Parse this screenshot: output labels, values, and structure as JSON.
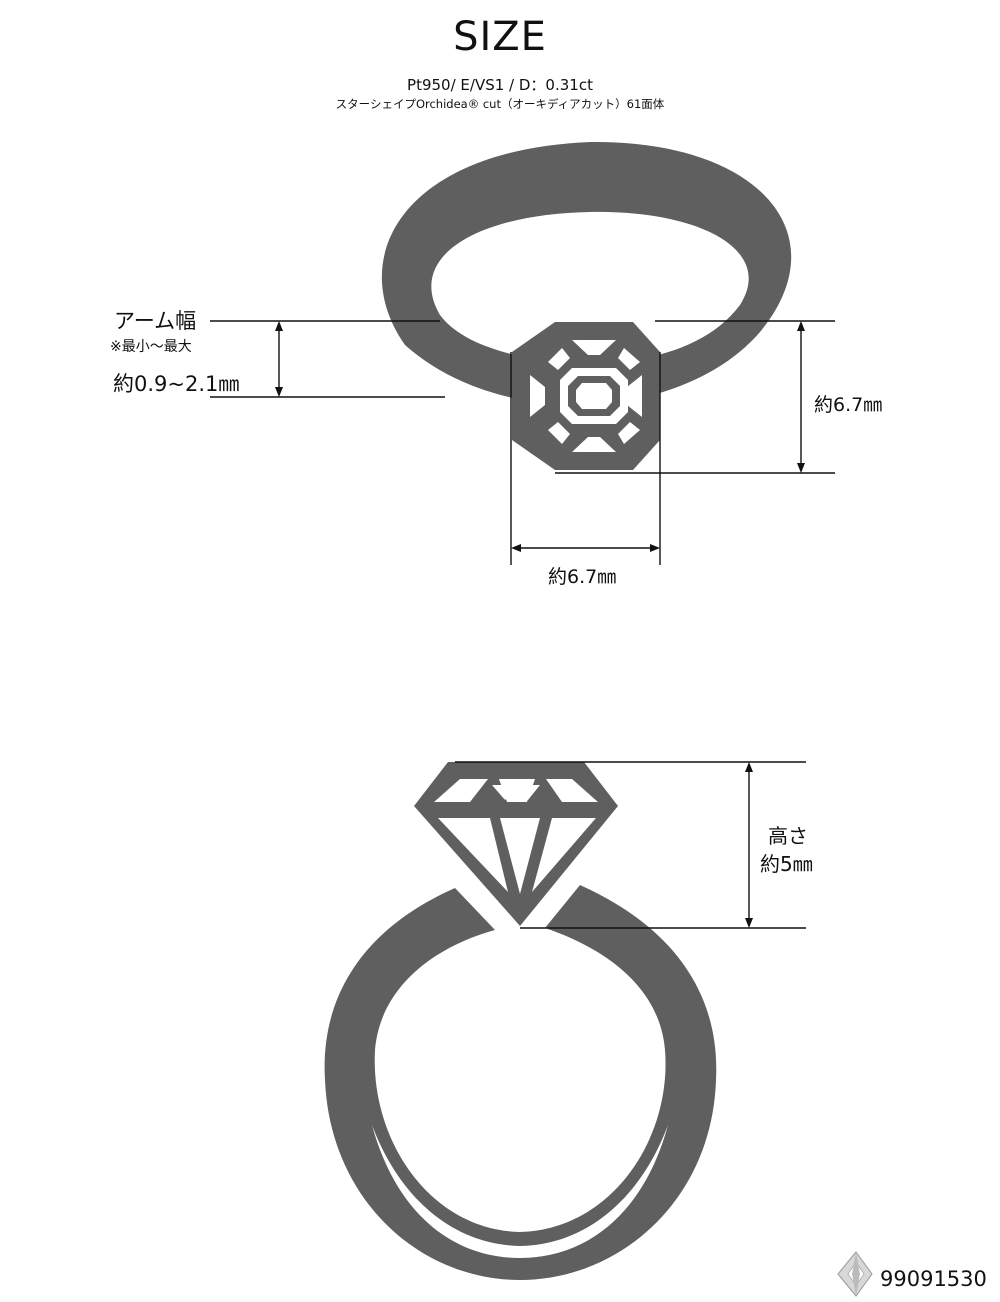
{
  "title": "SIZE",
  "spec_line": "Pt950/  E/VS1 / D：0.31ct",
  "cut_line": "スターシェイプOrchidea® cut（オーキディアカット）61面体",
  "arm": {
    "label": "アーム幅",
    "note": "※最小～最大",
    "value": "約0.9~2.1㎜"
  },
  "head_height_value": "約6.7㎜",
  "head_width_value": "約6.7㎜",
  "stone_height": {
    "label": "高さ",
    "value": "約5㎜"
  },
  "product_code": "99091530",
  "colors": {
    "ring_fill": "#5f5f5f",
    "line": "#111111",
    "background": "#ffffff"
  },
  "icons": [
    "diamond-logo-icon"
  ]
}
